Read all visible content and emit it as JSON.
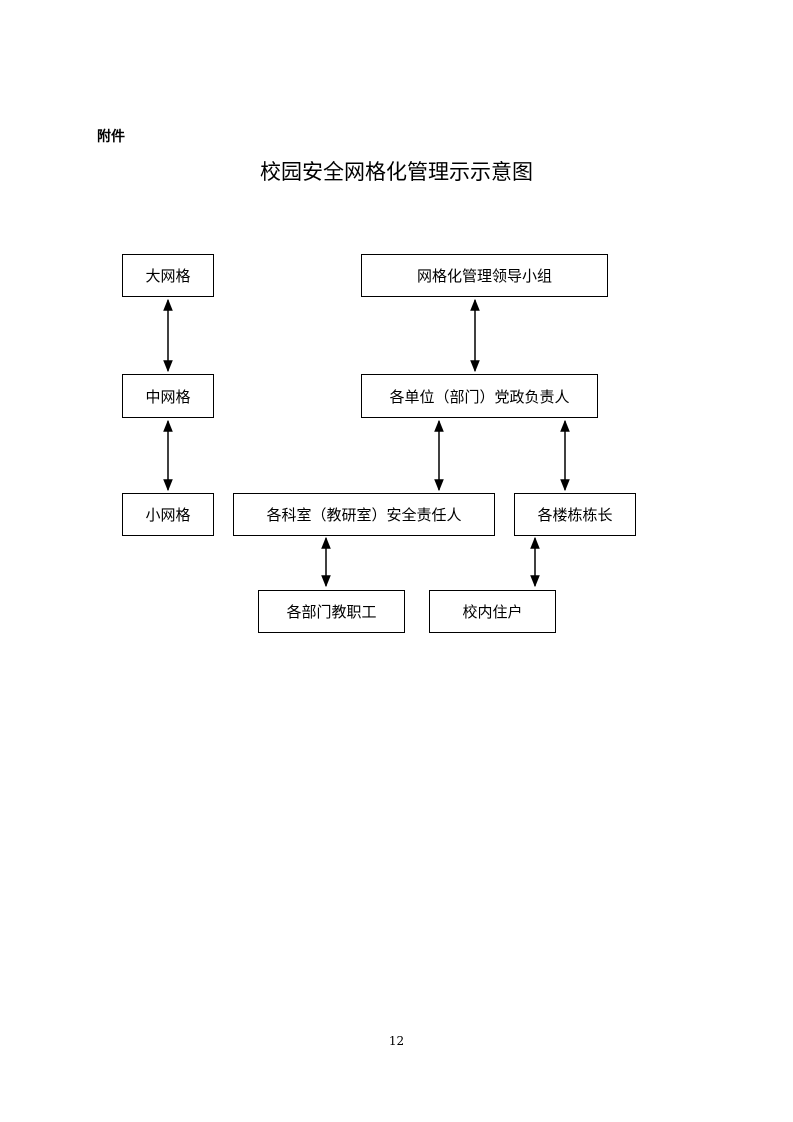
{
  "header": {
    "attachment_label": "附件",
    "title": "校园安全网格化管理示示意图"
  },
  "diagram": {
    "nodes": {
      "large_grid": "大网格",
      "medium_grid": "中网格",
      "small_grid": "小网格",
      "leadership_group": "网格化管理领导小组",
      "unit_heads": "各单位（部门）党政负责人",
      "office_safety": "各科室（教研室）安全责任人",
      "building_heads": "各楼栋栋长",
      "staff": "各部门教职工",
      "campus_residents": "校内住户"
    },
    "connections": [
      {
        "from": "large_grid",
        "to": "medium_grid",
        "type": "bidirectional"
      },
      {
        "from": "medium_grid",
        "to": "small_grid",
        "type": "bidirectional"
      },
      {
        "from": "leadership_group",
        "to": "unit_heads",
        "type": "bidirectional"
      },
      {
        "from": "unit_heads",
        "to": "office_safety",
        "type": "bidirectional"
      },
      {
        "from": "unit_heads",
        "to": "building_heads",
        "type": "bidirectional"
      },
      {
        "from": "office_safety",
        "to": "staff",
        "type": "bidirectional"
      },
      {
        "from": "building_heads",
        "to": "campus_residents",
        "type": "bidirectional"
      }
    ]
  },
  "footer": {
    "page_number": "12"
  }
}
